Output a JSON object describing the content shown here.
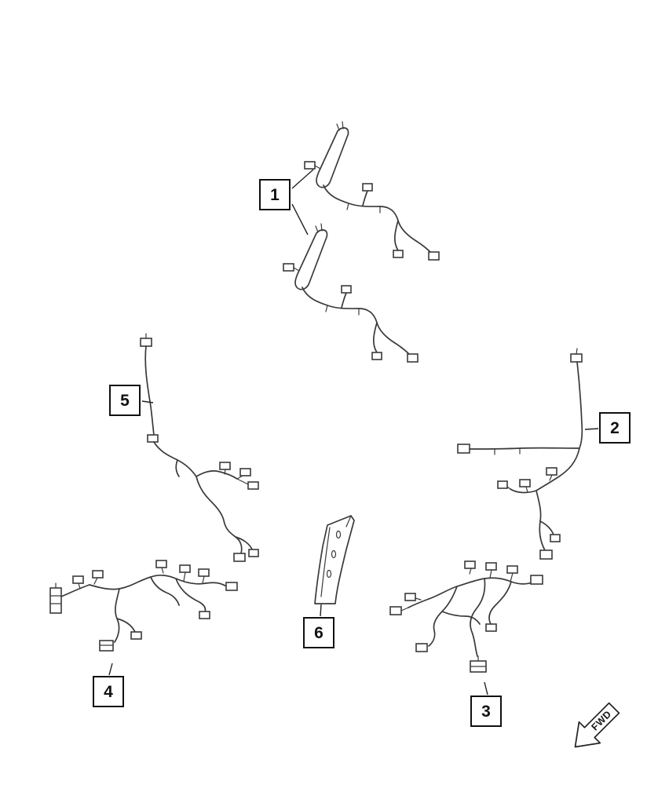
{
  "canvas": {
    "background": "#ffffff",
    "line_color": "#3a3a3a"
  },
  "callouts": [
    {
      "label": "1"
    },
    {
      "label": "2"
    },
    {
      "label": "3"
    },
    {
      "label": "4"
    },
    {
      "label": "5"
    },
    {
      "label": "6"
    }
  ],
  "direction_indicator": {
    "label": "FWD"
  }
}
